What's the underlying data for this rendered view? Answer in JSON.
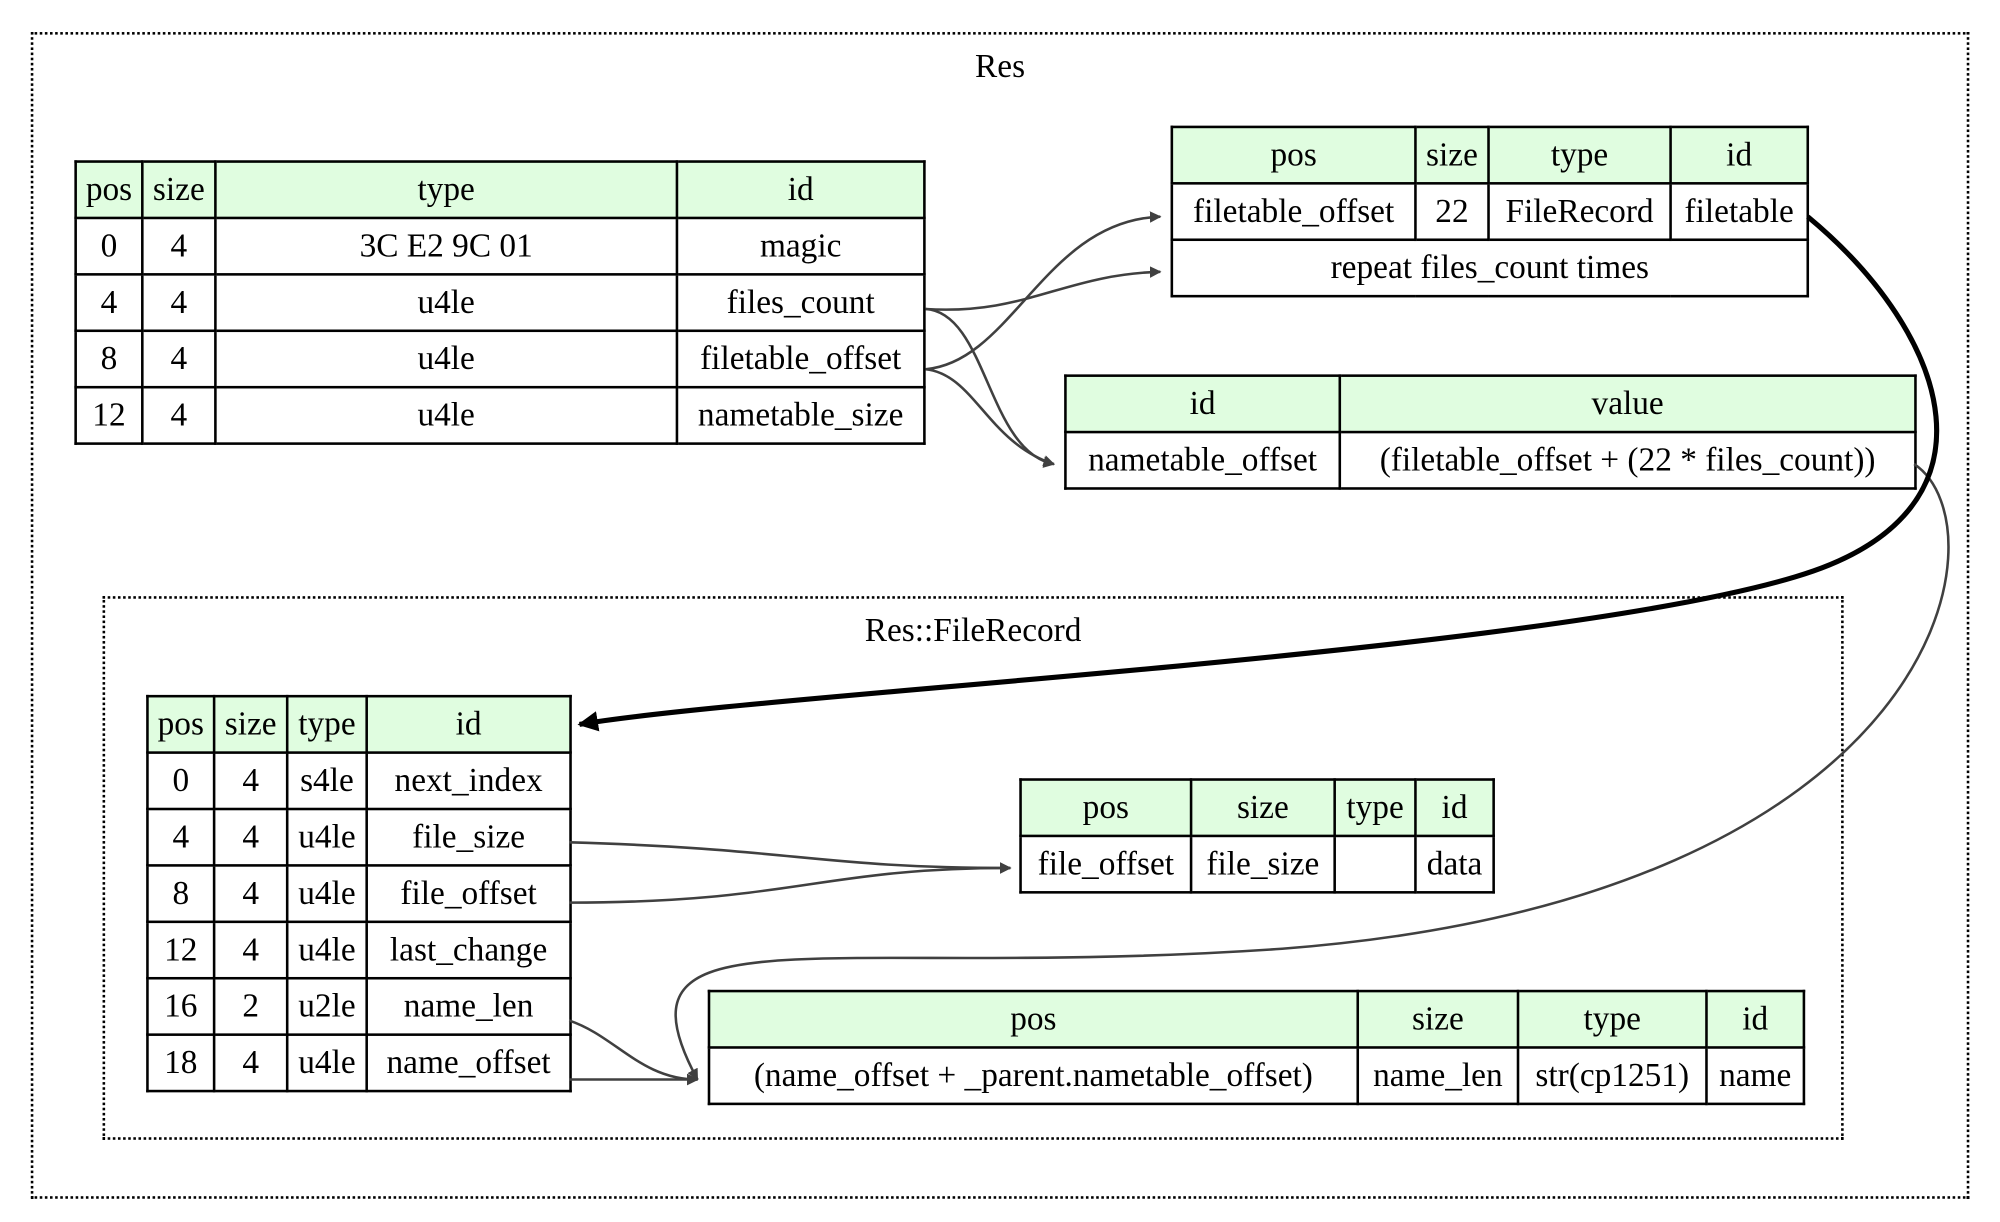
{
  "clusters": {
    "res": {
      "title": "Res"
    },
    "filerecord": {
      "title": "Res::FileRecord"
    }
  },
  "res_seq": {
    "headers": [
      "pos",
      "size",
      "type",
      "id"
    ],
    "rows": [
      [
        "0",
        "4",
        "3C E2 9C 01",
        "magic"
      ],
      [
        "4",
        "4",
        "u4le",
        "files_count"
      ],
      [
        "8",
        "4",
        "u4le",
        "filetable_offset"
      ],
      [
        "12",
        "4",
        "u4le",
        "nametable_size"
      ]
    ]
  },
  "filetable": {
    "headers": [
      "pos",
      "size",
      "type",
      "id"
    ],
    "row": [
      "filetable_offset",
      "22",
      "FileRecord",
      "filetable"
    ],
    "repeat": "repeat files_count times"
  },
  "nametable_inst": {
    "headers": [
      "id",
      "value"
    ],
    "row": [
      "nametable_offset",
      "(filetable_offset + (22 * files_count))"
    ]
  },
  "filerecord_seq": {
    "headers": [
      "pos",
      "size",
      "type",
      "id"
    ],
    "rows": [
      [
        "0",
        "4",
        "s4le",
        "next_index"
      ],
      [
        "4",
        "4",
        "u4le",
        "file_size"
      ],
      [
        "8",
        "4",
        "u4le",
        "file_offset"
      ],
      [
        "12",
        "4",
        "u4le",
        "last_change"
      ],
      [
        "16",
        "2",
        "u2le",
        "name_len"
      ],
      [
        "18",
        "4",
        "u4le",
        "name_offset"
      ]
    ]
  },
  "data_inst": {
    "headers": [
      "pos",
      "size",
      "type",
      "id"
    ],
    "row": [
      "file_offset",
      "file_size",
      "",
      "data"
    ]
  },
  "name_inst": {
    "headers": [
      "pos",
      "size",
      "type",
      "id"
    ],
    "row": [
      "(name_offset + _parent.nametable_offset)",
      "name_len",
      "str(cp1251)",
      "name"
    ]
  },
  "colors": {
    "header_bg": "#e0fde0",
    "edge": "#404040",
    "border": "#000000"
  }
}
